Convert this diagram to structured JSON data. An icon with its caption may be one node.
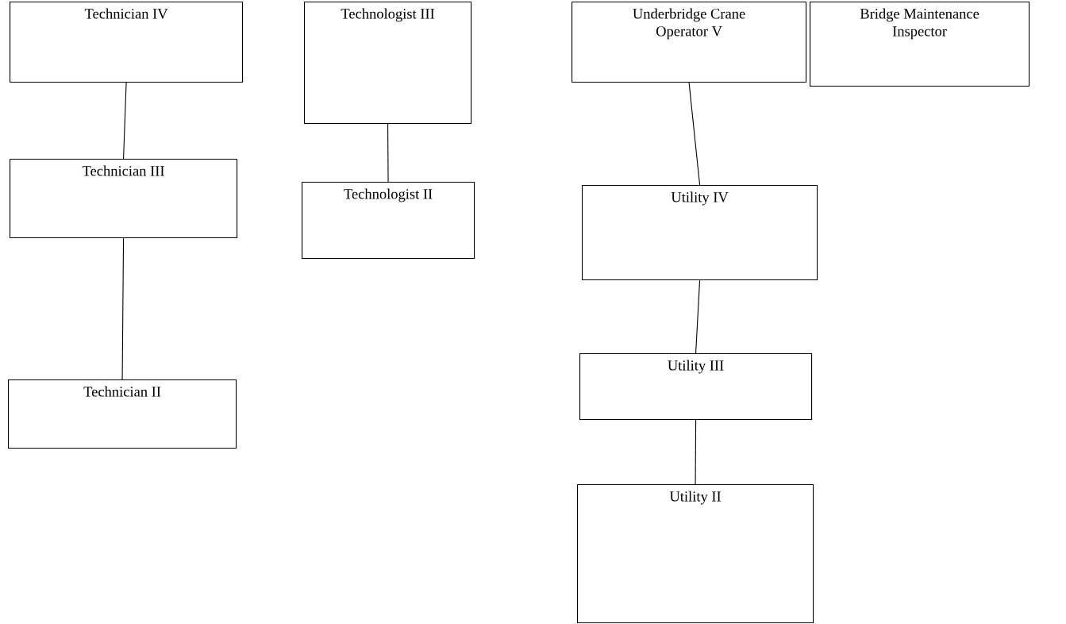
{
  "diagram": {
    "nodes": [
      {
        "text": [
          "Technician IV"
        ]
      },
      {
        "text": [
          "Technician III"
        ]
      },
      {
        "text": [
          "Technician II"
        ]
      },
      {
        "text": [
          "Technologist III"
        ]
      },
      {
        "text": [
          "Technologist II"
        ]
      },
      {
        "text": [
          "Underbridge Crane Operator V"
        ]
      },
      {
        "text": [
          "Bridge Maintenance Inspector"
        ]
      },
      {
        "text": [
          "Utility IV"
        ]
      },
      {
        "text": [
          "Utility III"
        ]
      },
      {
        "text": [
          "Utility II"
        ]
      }
    ],
    "edges": [
      {
        "from": 0,
        "to": 1,
        "arrow": "none"
      },
      {
        "from": 1,
        "to": 2,
        "arrow": "none"
      },
      {
        "from": 3,
        "to": 4,
        "arrow": "none"
      },
      {
        "from": 5,
        "to": 7,
        "arrow": "none"
      },
      {
        "from": 7,
        "to": 8,
        "arrow": "none"
      },
      {
        "from": 8,
        "to": 9,
        "arrow": "none"
      }
    ]
  }
}
